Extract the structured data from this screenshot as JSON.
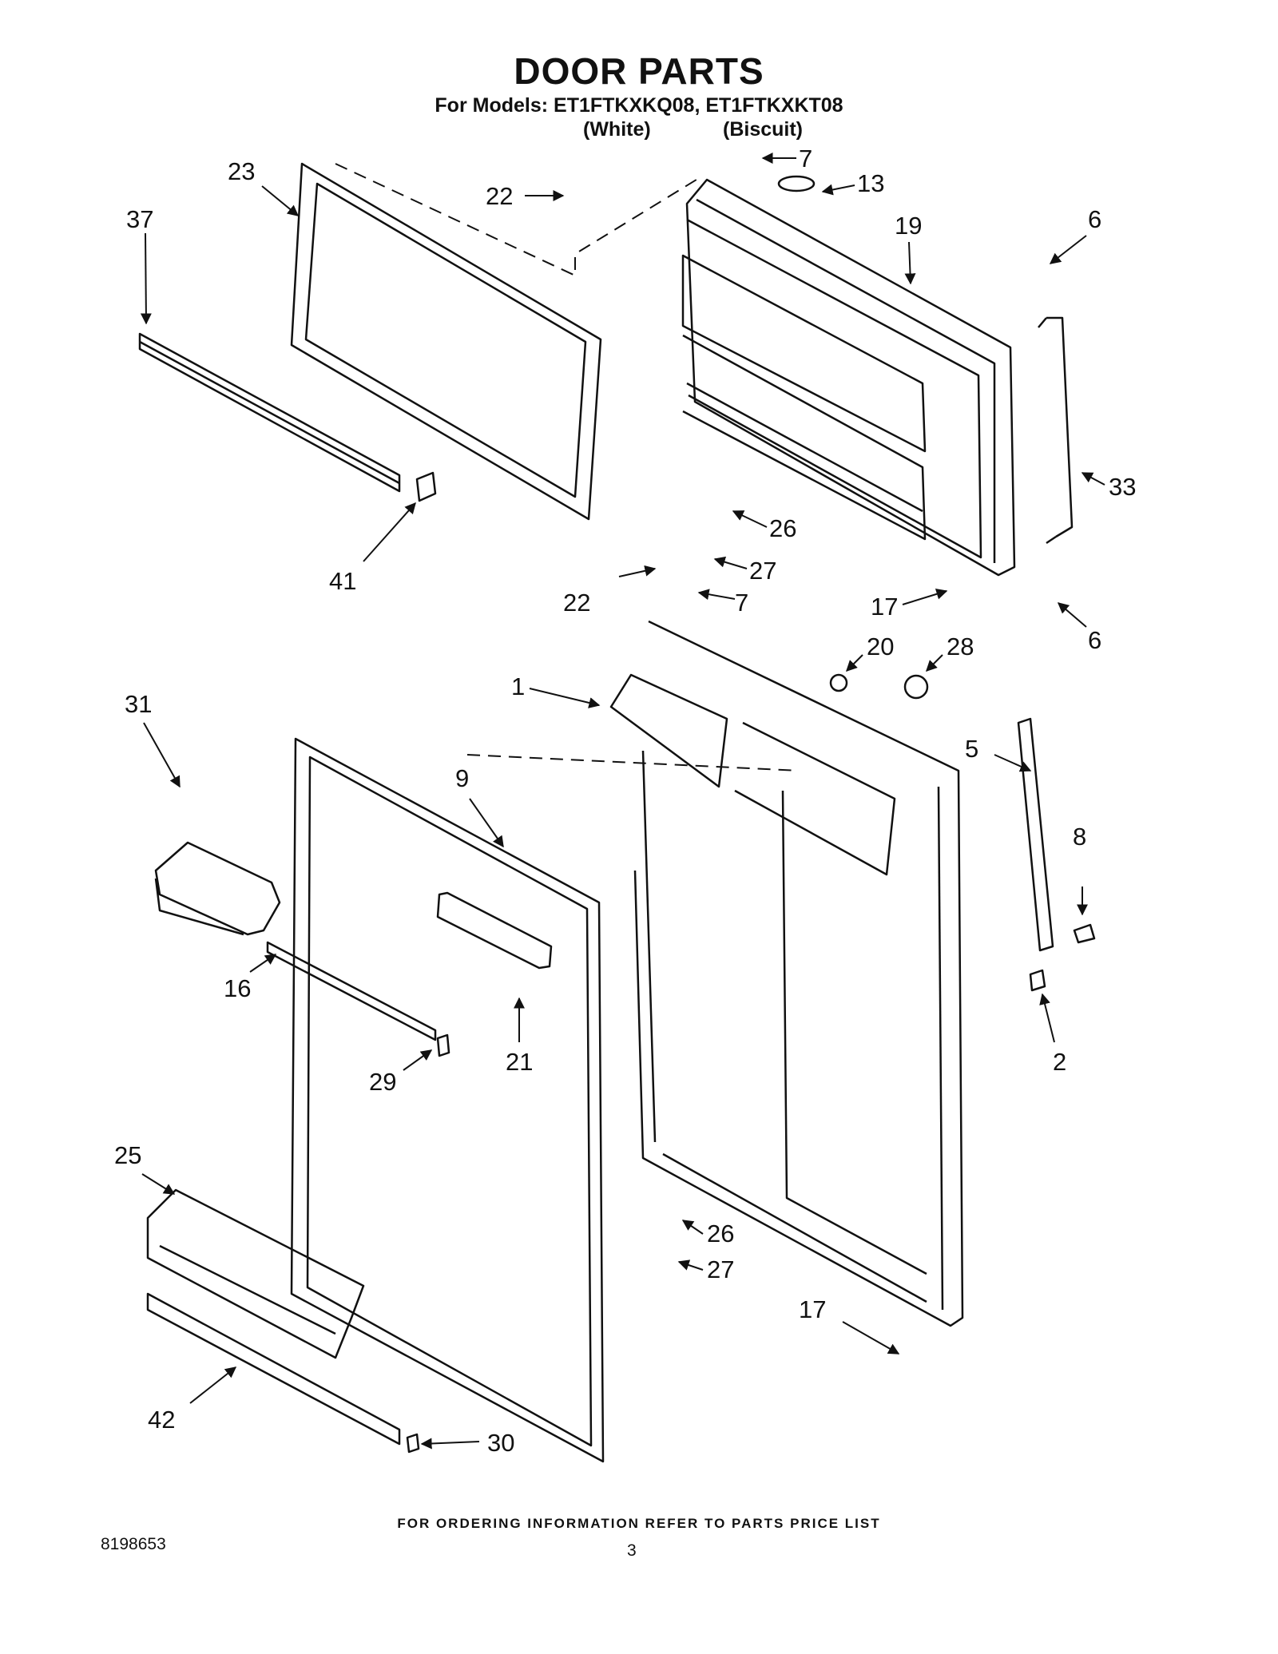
{
  "header": {
    "title": "DOOR PARTS",
    "models": "For Models: ET1FTKXKQ08, ET1FTKXKT08",
    "color_1": "(White)",
    "color_2": "(Biscuit)"
  },
  "callouts": [
    "23",
    "37",
    "22",
    "7",
    "13",
    "19",
    "6",
    "33",
    "41",
    "26",
    "27",
    "22",
    "7",
    "17",
    "6",
    "31",
    "1",
    "20",
    "28",
    "5",
    "8",
    "9",
    "21",
    "16",
    "2",
    "29",
    "25",
    "26",
    "27",
    "17",
    "42",
    "30"
  ],
  "footer": {
    "ordering_note": "FOR ORDERING INFORMATION REFER TO PARTS PRICE LIST",
    "doc_number": "8198653",
    "page_number": "3"
  }
}
